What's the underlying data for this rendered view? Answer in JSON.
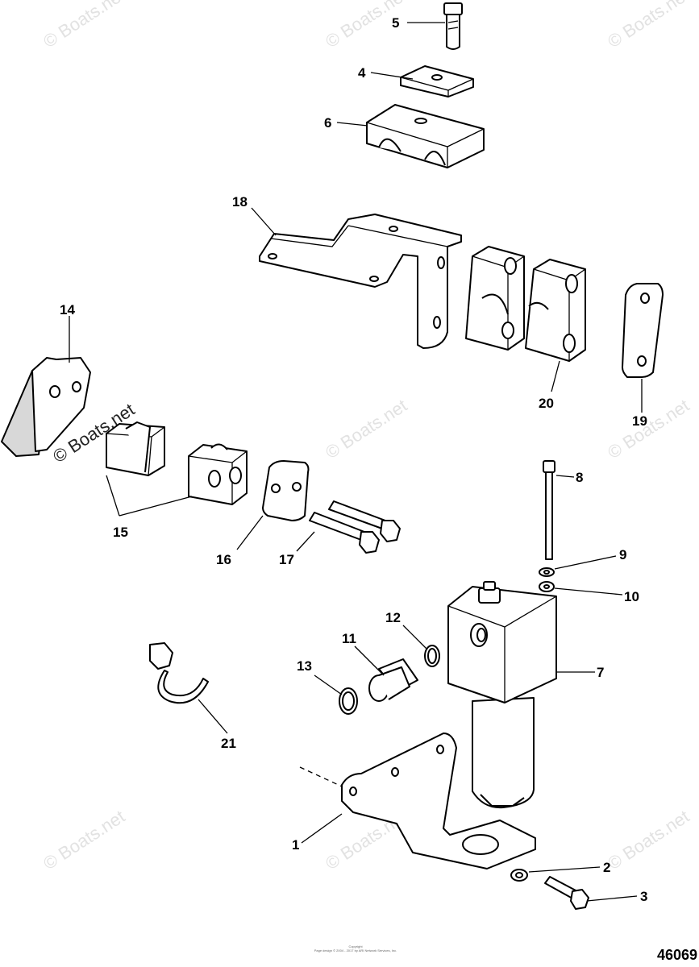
{
  "figure_number": "46069",
  "watermark": "© Boats.net",
  "copyright_line1": "Copyright",
  "copyright_line2": "Page design © 2004 - 2017 by ARI Network Services, Inc.",
  "callouts": {
    "c1": "1",
    "c2": "2",
    "c3": "3",
    "c4": "4",
    "c5": "5",
    "c6": "6",
    "c7": "7",
    "c8": "8",
    "c9": "9",
    "c10": "10",
    "c11": "11",
    "c12": "12",
    "c13": "13",
    "c14": "14",
    "c15": "15",
    "c16": "16",
    "c17": "17",
    "c18": "18",
    "c19": "19",
    "c20": "20",
    "c21": "21"
  }
}
